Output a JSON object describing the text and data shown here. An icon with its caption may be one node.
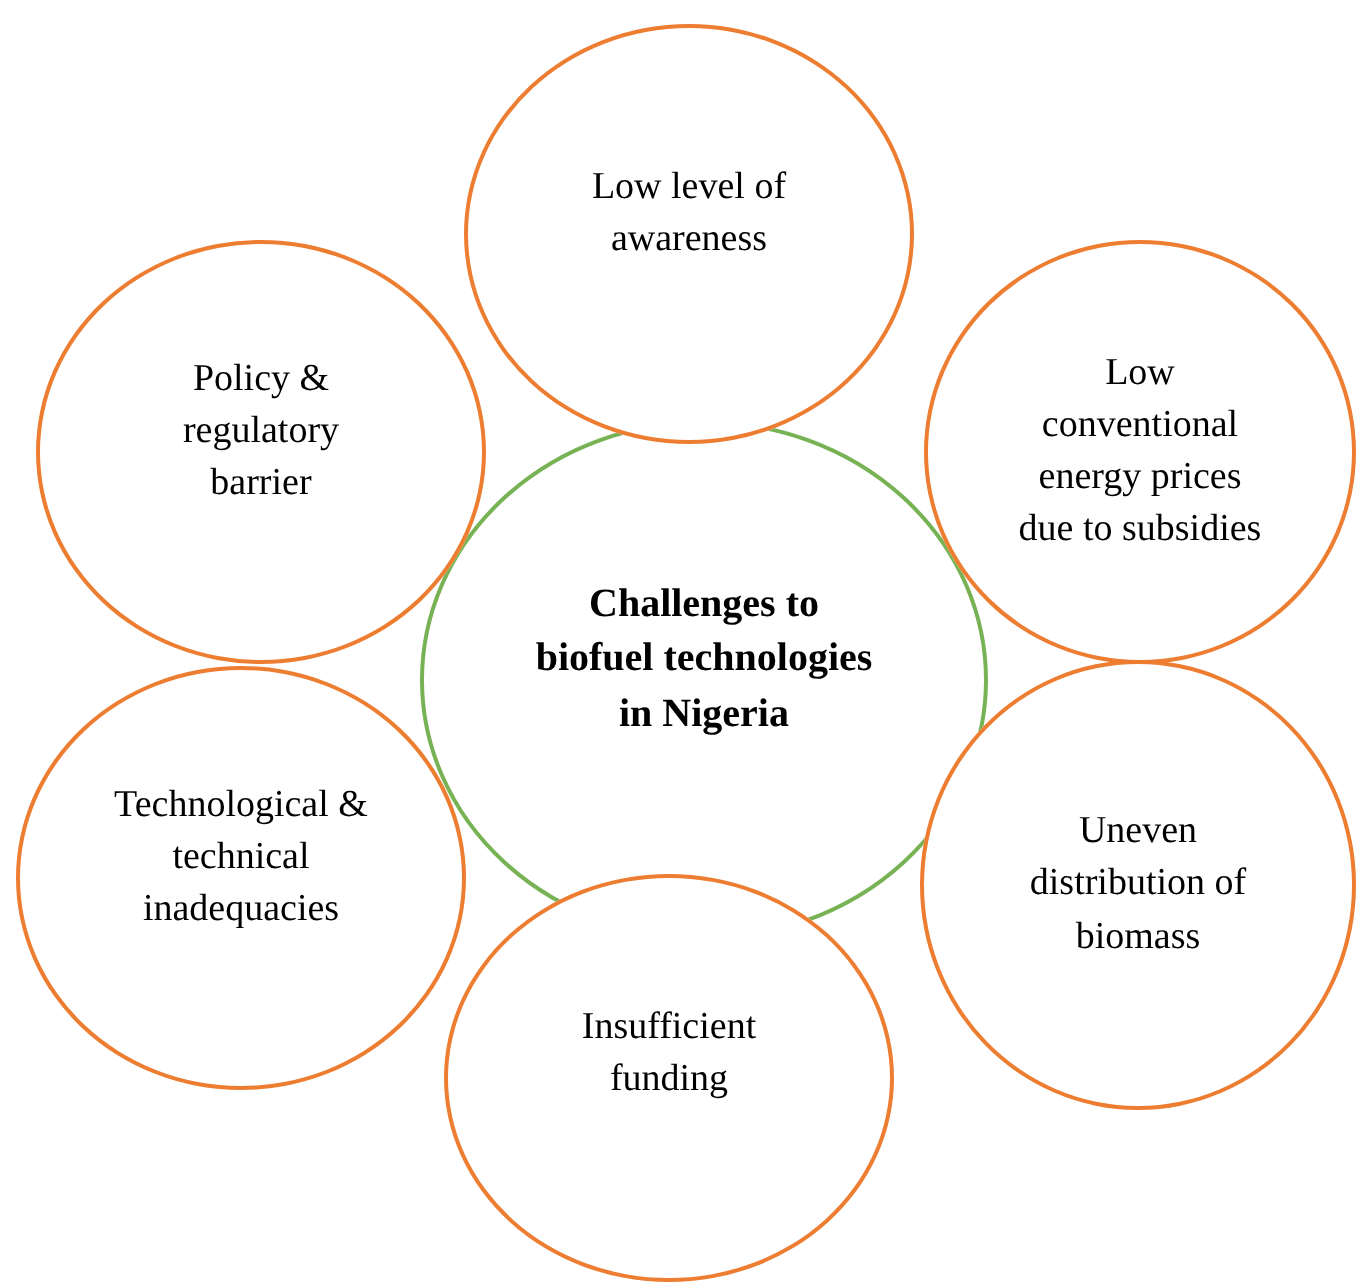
{
  "diagram": {
    "nodes": [
      {
        "text": [
          "Challenges to biofuel technologies in Nigeria"
        ]
      },
      {
        "text": [
          "Low level of awareness"
        ]
      },
      {
        "text": [
          "Policy & regulatory barrier"
        ]
      },
      {
        "text": [
          "Low conventional energy prices due to subsidies"
        ]
      },
      {
        "text": [
          "Technological & technical inadequacies"
        ]
      },
      {
        "text": [
          "Uneven distribution of biomass"
        ]
      },
      {
        "text": [
          "Insufficient funding"
        ]
      }
    ]
  }
}
